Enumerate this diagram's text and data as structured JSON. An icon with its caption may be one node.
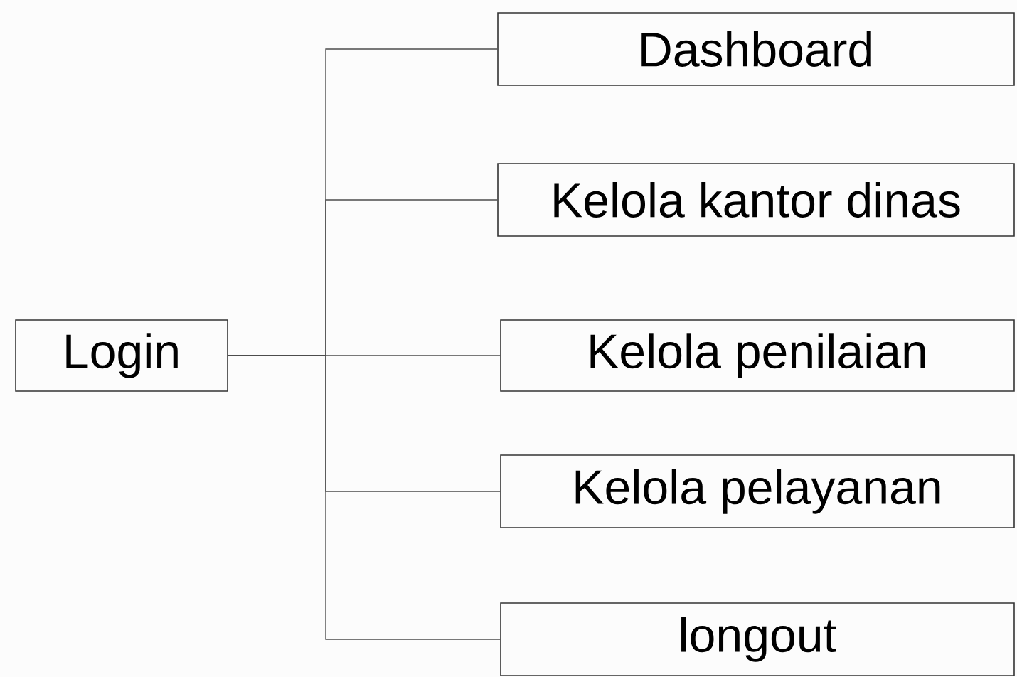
{
  "diagram": {
    "nodes": [
      {
        "text": [
          "Login"
        ]
      },
      {
        "text": [
          "Dashboard"
        ]
      },
      {
        "text": [
          "Kelola kantor dinas"
        ]
      },
      {
        "text": [
          "Kelola penilaian"
        ]
      },
      {
        "text": [
          "Kelola pelayanan"
        ]
      },
      {
        "text": [
          "longout"
        ]
      }
    ],
    "edges": [
      {
        "from": 0,
        "to": 1,
        "arrow": "none"
      },
      {
        "from": 0,
        "to": 2,
        "arrow": "none"
      },
      {
        "from": 0,
        "to": 3,
        "arrow": "none"
      },
      {
        "from": 0,
        "to": 4,
        "arrow": "none"
      },
      {
        "from": 0,
        "to": 5,
        "arrow": "none"
      }
    ]
  }
}
